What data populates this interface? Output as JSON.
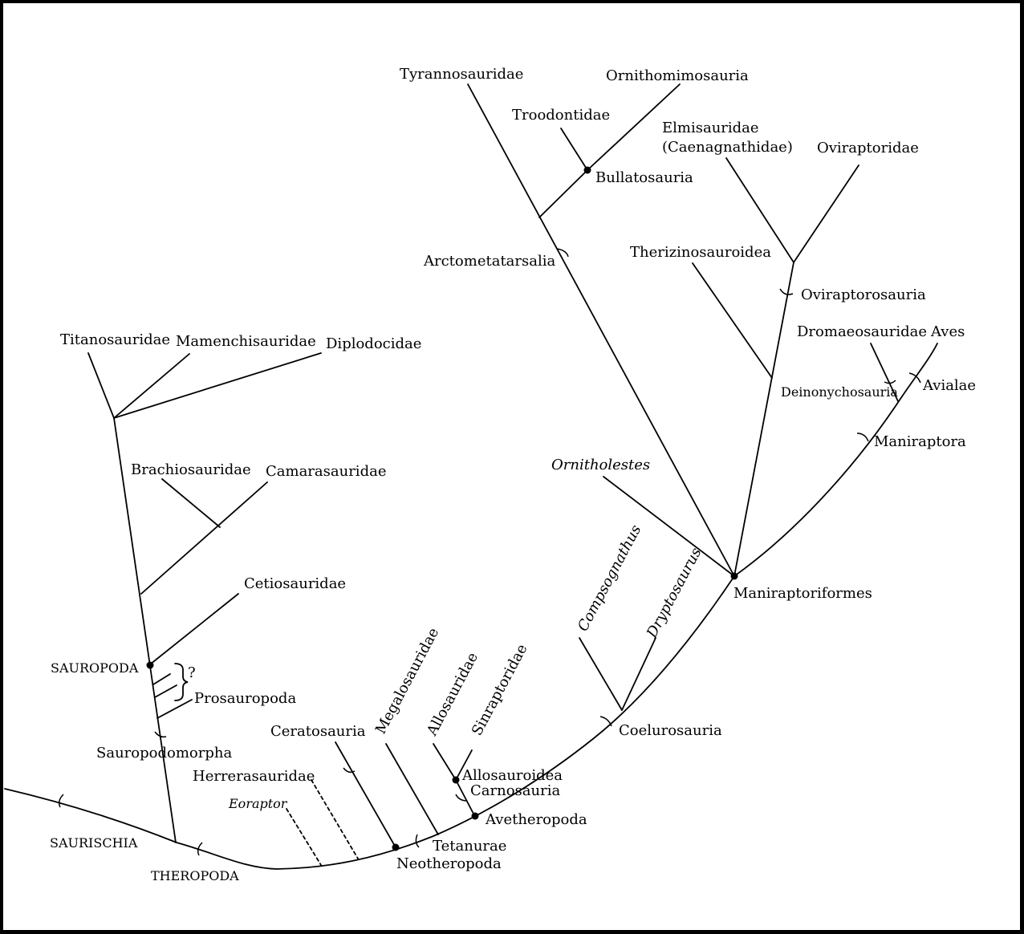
{
  "diagram": {
    "colors": {
      "ink": "#000000",
      "background": "#ffffff"
    },
    "labels": {
      "tyrannosauridae": "Tyrannosauridae",
      "ornithomimosauria": "Ornithomimosauria",
      "troodontidae": "Troodontidae",
      "bullatosauria": "Bullatosauria",
      "elmisauridae": "Elmisauridae",
      "caenagnathidae": "(Caenagnathidae)",
      "oviraptoridae": "Oviraptoridae",
      "arctometatarsalia": "Arctometatarsalia",
      "therizinosauroidea": "Therizinosauroidea",
      "oviraptorosauria": "Oviraptorosauria",
      "dromaeosauridae": "Dromaeosauridae",
      "aves": "Aves",
      "deinonychosauria": "Deinonychosauria",
      "avialae": "Avialae",
      "maniraptora": "Maniraptora",
      "ornitholestes": "Ornitholestes",
      "maniraptoriformes": "Maniraptoriformes",
      "compsognathus": "Compsognathus",
      "dryptosaurus": "Dryptosaurus",
      "coelurosauria": "Coelurosauria",
      "titanosauridae": "Titanosauridae",
      "mamenchisauridae": "Mamenchisauridae",
      "diplodocidae": "Diplodocidae",
      "brachiosauridae": "Brachiosauridae",
      "camarasauridae": "Camarasauridae",
      "cetiosauridae": "Cetiosauridae",
      "sauropoda": "SAUROPODA",
      "question_mark": "?",
      "prosauropoda": "Prosauropoda",
      "sauropodomorpha": "Sauropodomorpha",
      "ceratosauria": "Ceratosauria",
      "megalosauridae": "Megalosauridae",
      "allosauridae": "Allosauridae",
      "sinraptoridae": "Sinraptoridae",
      "herrerasauridae": "Herrerasauridae",
      "eoraptor": "Eoraptor",
      "allosauroidea": "Allosauroidea",
      "carnosauria": "Carnosauria",
      "avetheropoda": "Avetheropoda",
      "saurischia": "SAURISCHIA",
      "tetanurae": "Tetanurae",
      "neotheropoda": "Neotheropoda",
      "theropoda": "THEROPODA"
    }
  }
}
